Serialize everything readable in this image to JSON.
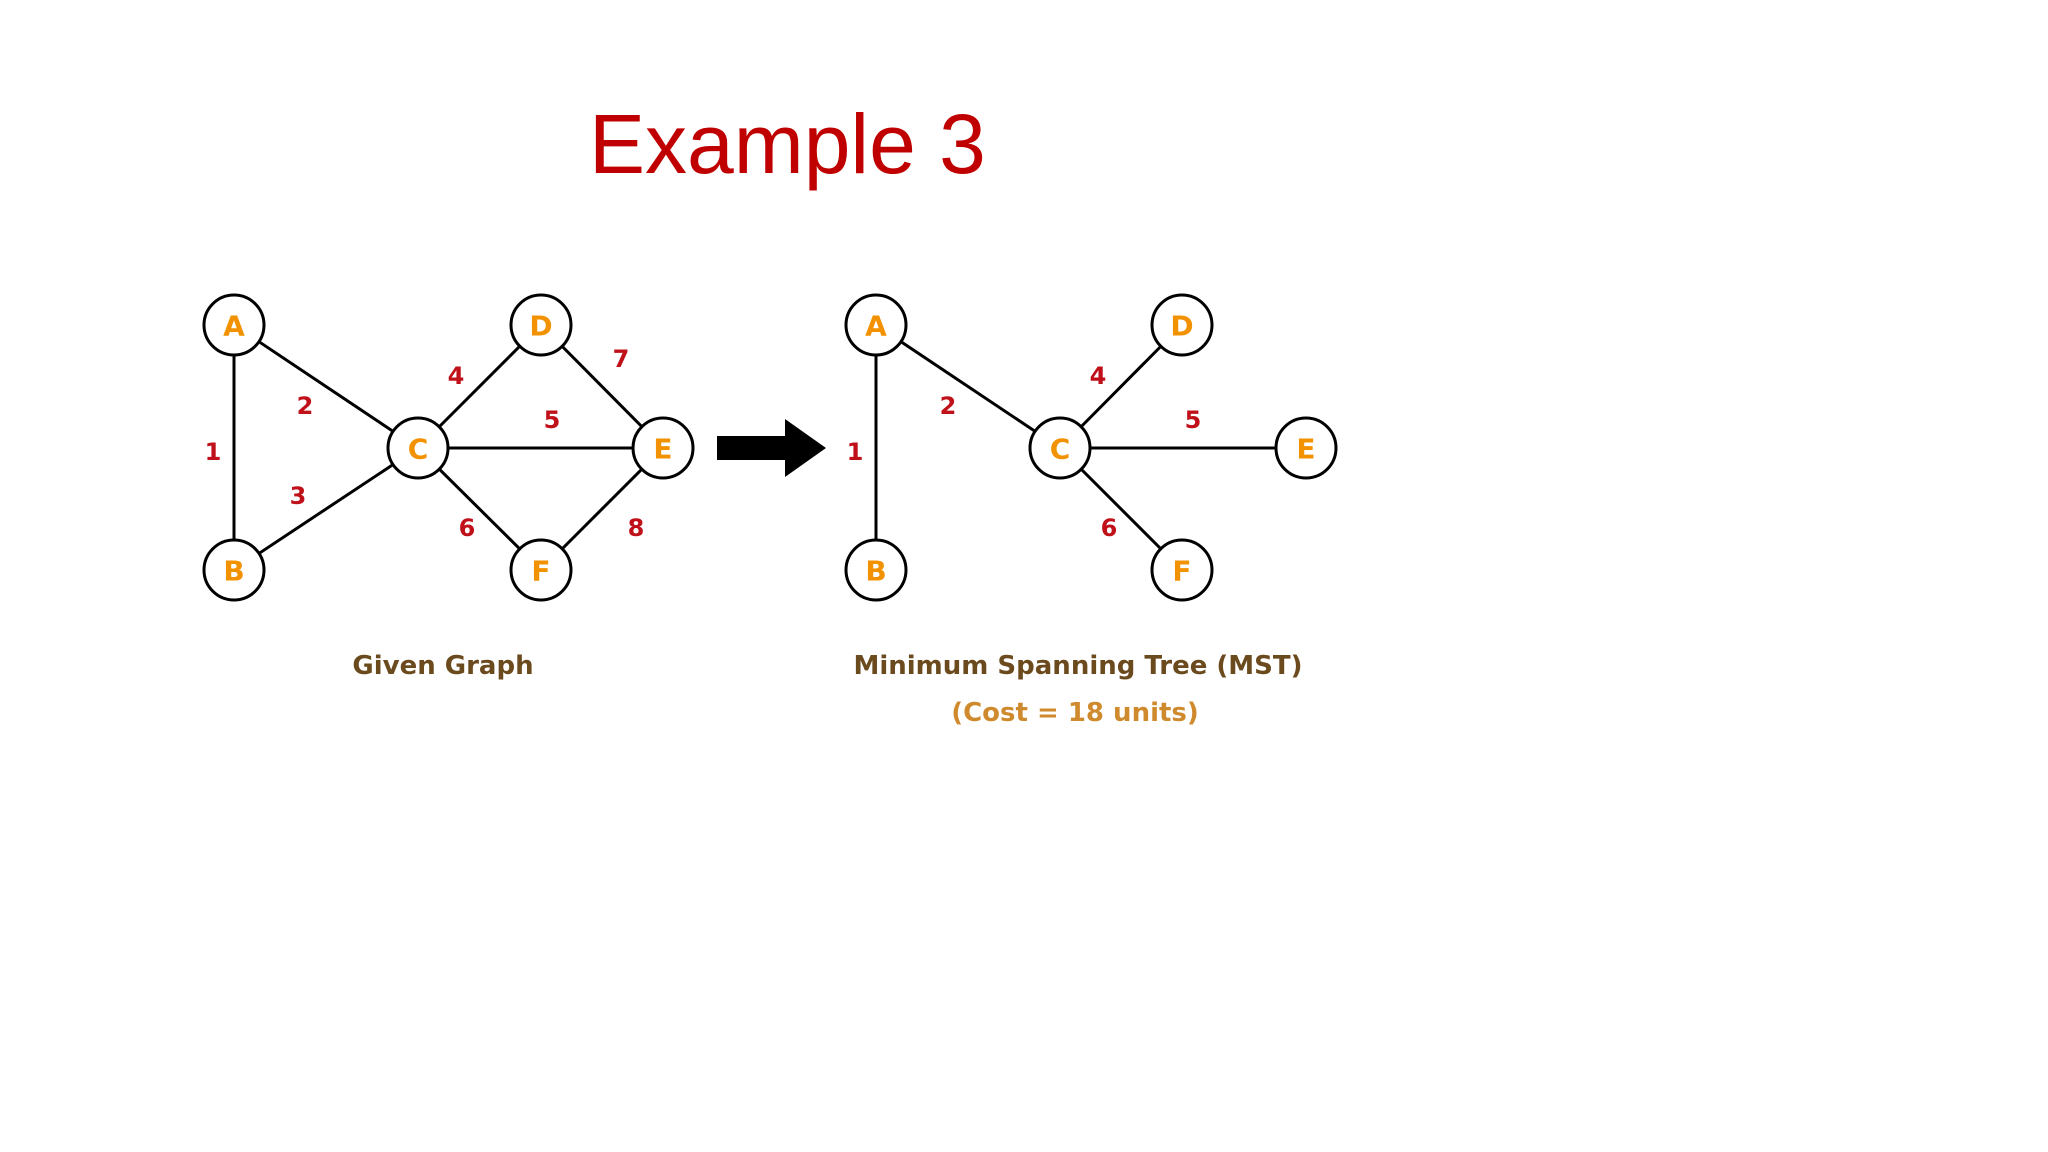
{
  "title": "Example 3",
  "colors": {
    "title": "#c00000",
    "node_label": "#f39200",
    "edge_weight": "#c0101a",
    "caption": "#6b4a1e",
    "cost": "#d08a2e",
    "stroke": "#000000"
  },
  "given_graph": {
    "caption": "Given Graph",
    "nodes": [
      "A",
      "B",
      "C",
      "D",
      "E",
      "F"
    ],
    "edges": [
      {
        "from": "A",
        "to": "B",
        "weight": "1"
      },
      {
        "from": "A",
        "to": "C",
        "weight": "2"
      },
      {
        "from": "B",
        "to": "C",
        "weight": "3"
      },
      {
        "from": "C",
        "to": "D",
        "weight": "4"
      },
      {
        "from": "C",
        "to": "E",
        "weight": "5"
      },
      {
        "from": "C",
        "to": "F",
        "weight": "6"
      },
      {
        "from": "D",
        "to": "E",
        "weight": "7"
      },
      {
        "from": "E",
        "to": "F",
        "weight": "8"
      }
    ]
  },
  "mst": {
    "caption": "Minimum Spanning Tree (MST)",
    "cost_label": "(Cost = 18 units)",
    "nodes": [
      "A",
      "B",
      "C",
      "D",
      "E",
      "F"
    ],
    "edges": [
      {
        "from": "A",
        "to": "B",
        "weight": "1"
      },
      {
        "from": "A",
        "to": "C",
        "weight": "2"
      },
      {
        "from": "C",
        "to": "D",
        "weight": "4"
      },
      {
        "from": "C",
        "to": "E",
        "weight": "5"
      },
      {
        "from": "C",
        "to": "F",
        "weight": "6"
      }
    ]
  },
  "arrow_icon": "right-arrow-icon"
}
